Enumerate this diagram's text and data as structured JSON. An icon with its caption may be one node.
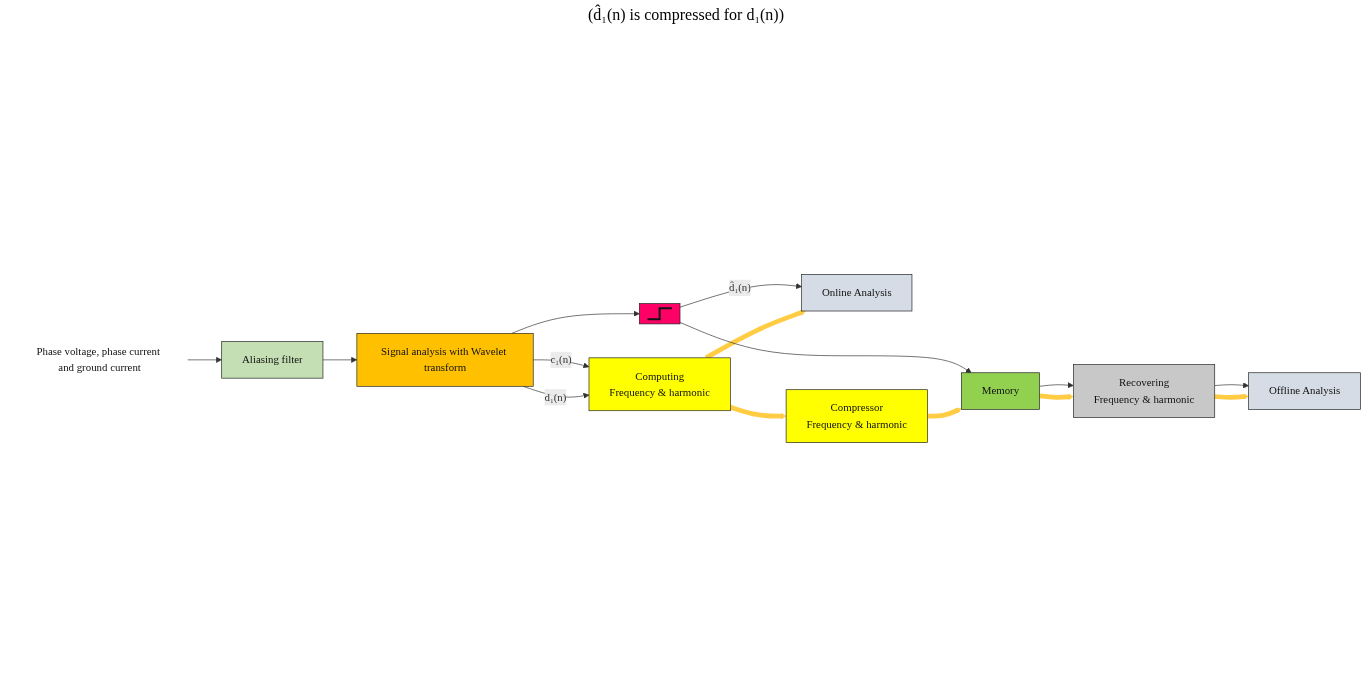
{
  "diagram": {
    "nodes": [
      {
        "text": [
          "Phase voltage, phase current and ground current"
        ]
      },
      {
        "text": [
          "Aliasing filter"
        ]
      },
      {
        "text": [
          "Signal analysis with Wavelet transform"
        ]
      },
      {
        "text": [
          "Computing",
          "Frequency & harmonic"
        ]
      },
      {
        "text": [],
        "shape": "box"
      },
      {
        "text": [
          "Online Analysis"
        ]
      },
      {
        "text": [
          "Compressor",
          "Frequency & harmonic"
        ]
      },
      {
        "text": [
          "Offline Analysis"
        ]
      },
      {
        "text": [
          "Recovering",
          "Frequency & harmonic"
        ]
      },
      {
        "text": [
          "Memory"
        ]
      }
    ],
    "edges": [
      {
        "from": 0,
        "to": 1,
        "arrow": "to"
      },
      {
        "from": 1,
        "to": 2,
        "arrow": "to"
      },
      {
        "from": 2,
        "to": 3,
        "arrow": "to",
        "label": "c₁(n)"
      },
      {
        "from": 2,
        "to": 3,
        "arrow": "to",
        "label": "d₁(n)"
      },
      {
        "from": 2,
        "to": 4,
        "arrow": "to"
      },
      {
        "from": 4,
        "to": 5,
        "arrow": "to",
        "label": "d̂₁(n)"
      },
      {
        "from": 3,
        "to": 5,
        "arrow": "to",
        "style": "thick",
        "color": "#ffcc44"
      },
      {
        "from": 3,
        "to": 6,
        "arrow": "to",
        "style": "thick",
        "color": "#ffcc44"
      },
      {
        "from": 4,
        "to": 9,
        "arrow": "to"
      },
      {
        "from": 6,
        "to": 9,
        "arrow": "to",
        "style": "thick",
        "color": "#ffcc44"
      },
      {
        "from": 9,
        "to": 8,
        "arrow": "to"
      },
      {
        "from": 9,
        "to": 8,
        "arrow": "to",
        "style": "thick",
        "color": "#ffcc44"
      },
      {
        "from": 8,
        "to": 7,
        "arrow": "to"
      },
      {
        "from": 8,
        "to": 7,
        "arrow": "to",
        "style": "thick",
        "color": "#ffcc44"
      }
    ],
    "labels": [
      "(d̂₁(n) is compressed for d₁(n))"
    ]
  }
}
